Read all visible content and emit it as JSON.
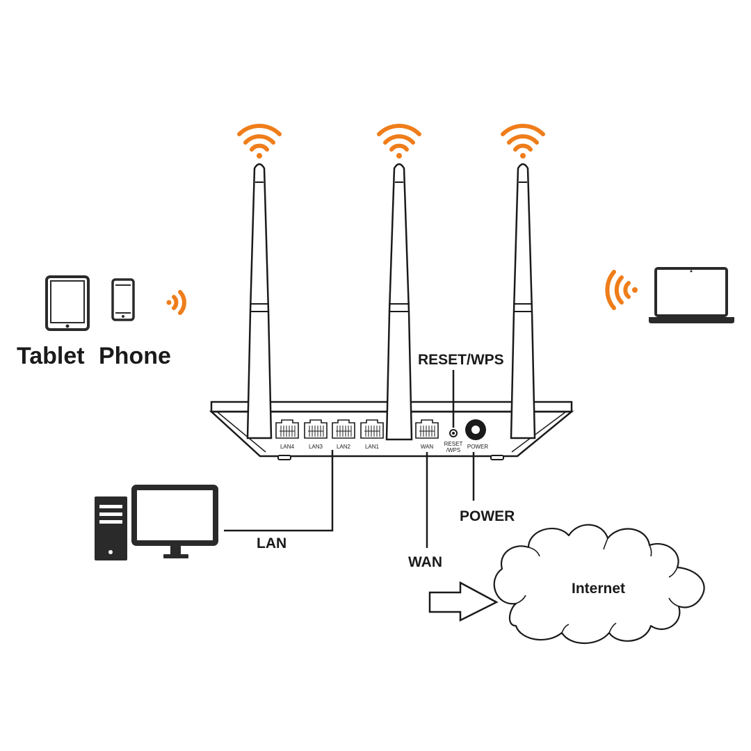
{
  "devices": {
    "tablet_label": "Tablet",
    "phone_label": "Phone"
  },
  "router": {
    "ports": [
      "LAN4",
      "LAN3",
      "LAN2",
      "LAN1"
    ],
    "wan_port": "WAN",
    "reset_port_line1": "RESET",
    "reset_port_line2": "/WPS",
    "power_port": "POWER"
  },
  "callouts": {
    "reset_wps": "RESET/WPS",
    "lan": "LAN",
    "wan": "WAN",
    "power": "POWER"
  },
  "internet": {
    "label": "Internet"
  },
  "colors": {
    "signal": "#ef7d1a",
    "line": "#1a1a1a",
    "background": "#ffffff"
  },
  "icons": [
    "wifi-signal-icon",
    "tablet-icon",
    "phone-icon",
    "laptop-icon",
    "desktop-computer-icon",
    "cloud-icon",
    "arrow-icon"
  ]
}
